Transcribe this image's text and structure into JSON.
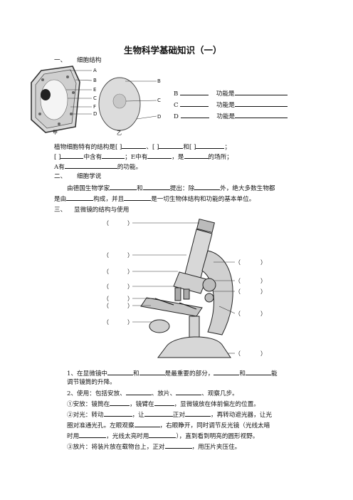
{
  "title": "生物科学基础知识（一）",
  "section1": {
    "num": "一、",
    "heading": "细胞结构"
  },
  "cell_labels": {
    "plant": [
      "A",
      "B",
      "E",
      "C",
      "F",
      "D"
    ],
    "plant_caption": "甲",
    "animal": [
      "B",
      "C",
      "D"
    ],
    "animal_caption": "乙"
  },
  "function_rows": [
    {
      "letter": "B",
      "text": "功能是"
    },
    {
      "letter": "C",
      "text": "功能是"
    },
    {
      "letter": "D",
      "text": "功能是"
    }
  ],
  "plant_text": {
    "l1a": "植物细胞特有的结构是[  ]",
    "l1b": "、[  ]",
    "l1c": "和[  ]",
    "l1d": "；",
    "l2a": "[  ]",
    "l2b": "中含有",
    "l2c": "；E中有",
    "l2d": "，是",
    "l2e": "的场所；",
    "l3a": "A有",
    "l3b": "的功能。"
  },
  "section2": {
    "num": "二、",
    "heading": "细胞学说"
  },
  "theory": {
    "l1a": "由德国生物学家",
    "l1b": "和",
    "l1c": "提出：除",
    "l1d": "外，绝大多数生物都",
    "l2a": "是由",
    "l2b": "构成，并且",
    "l2c": "是一切生物体结构和功能的基本单位。"
  },
  "section3": {
    "num": "三、",
    "heading": "显微镜的结构与使用"
  },
  "microscope": {
    "paren_open": "（",
    "paren_close": "）"
  },
  "usage": {
    "p1a": "1、在显微镜中",
    "p1b": "和",
    "p1c": "是最重要的部分，",
    "p1d": "和",
    "p1e": "能",
    "p1f": "调节镜筒的升降。",
    "p2a": "2、使用：包括安放、",
    "p2b": "、放片、",
    "p2c": "、观察几步。",
    "p3a": "①安放：镜筒在",
    "p3b": "，镜臂在",
    "p3c": "，显微镜放在体前偏左的位置。",
    "p4a": "②对光：转动",
    "p4b": "，让",
    "p4c": "正对",
    "p4d": "，再转动遮光器，让光",
    "p5": "圈对准通光孔。左眼观察",
    "p5b": "，右眼睁开，同时调节反光镜（光线太暗",
    "p6a": "时用",
    "p6b": "，光线太亮时用",
    "p6c": "），直到看到明亮的圆形视野。",
    "p7a": "③放片：将装片放在载物台上，正对",
    "p7b": "，用压片夹压住。"
  }
}
